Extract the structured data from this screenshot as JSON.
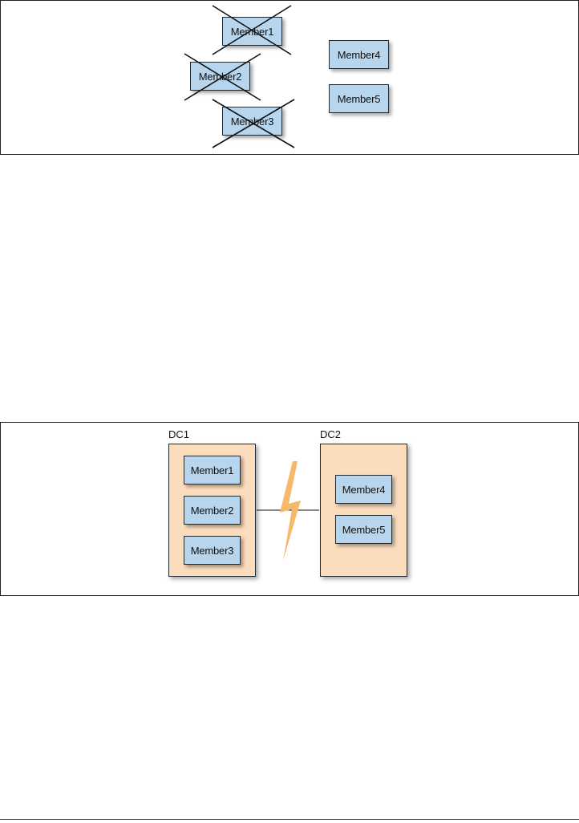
{
  "top_figure": {
    "failed_members": [
      {
        "label": "Member1"
      },
      {
        "label": "Member2"
      },
      {
        "label": "Member3"
      }
    ],
    "surviving_members": [
      {
        "label": "Member4"
      },
      {
        "label": "Member5"
      }
    ]
  },
  "bottom_figure": {
    "datacenters": [
      {
        "label": "DC1",
        "members": [
          "Member1",
          "Member2",
          "Member3"
        ]
      },
      {
        "label": "DC2",
        "members": [
          "Member4",
          "Member5"
        ]
      }
    ],
    "link_break_color": "#f6b96b"
  },
  "colors": {
    "member_fill": "#b7d5ec",
    "datacenter_fill": "#fbdcbd",
    "outline": "#1f2a33"
  }
}
